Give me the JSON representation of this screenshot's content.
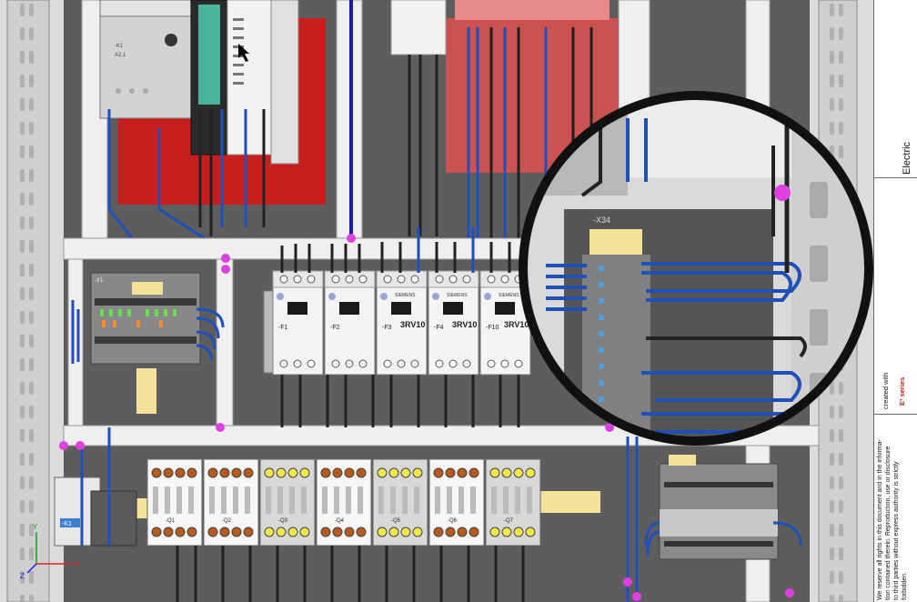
{
  "colors": {
    "wire_blue": "#1f4fb8",
    "wire_black": "#222222",
    "cable_duct": "#efefef",
    "mounting_plate": "#5d5d5d",
    "red_zone": "#c81e1e",
    "pink_marker": "#e040e0",
    "breaker_body": "#f4f4f4",
    "contactor_orange": "#b85a1c",
    "contactor_yellow": "#f2e84a",
    "rail_yellow": "#f3e39a",
    "terminal_gray": "#7a7a7a"
  },
  "module_labels": {
    "plc_label": "-K1",
    "plc_addr": "A2.1"
  },
  "breakers": [
    {
      "tag": "-F1",
      "brand": "",
      "type": ""
    },
    {
      "tag": "-F2",
      "brand": "",
      "type": ""
    },
    {
      "tag": "-F3",
      "brand": "SIEMENS",
      "type": "3RV10"
    },
    {
      "tag": "-F4",
      "brand": "SIEMENS",
      "type": "3RV10"
    },
    {
      "tag": "-F10",
      "brand": "SIEMENS",
      "type": "3RV10"
    }
  ],
  "contactors": [
    {
      "tag": "-Q1",
      "style": "orange"
    },
    {
      "tag": "-Q2",
      "style": "orange"
    },
    {
      "tag": "-Q3",
      "style": "yellow"
    },
    {
      "tag": "-Q4",
      "style": "orange"
    },
    {
      "tag": "-Q5",
      "style": "yellow"
    },
    {
      "tag": "-Q6",
      "style": "orange"
    },
    {
      "tag": "-Q7",
      "style": "yellow"
    }
  ],
  "terminal_strip": {
    "tag": "-X1"
  },
  "magnifier": {
    "strip_tag": "-X34"
  },
  "relay": {
    "tag": "-K1"
  },
  "axis": {
    "x": "X",
    "y": "Y",
    "z": "Z"
  },
  "titleblock": {
    "legal": "We reserve all rights in this document and in the informa-\ntion contained therein. Reproduction, use or disclosure\nto third parties without express authority is strictly\nforbidden.",
    "created_with": "created with",
    "logo": "E³ series",
    "product": "Electric"
  }
}
